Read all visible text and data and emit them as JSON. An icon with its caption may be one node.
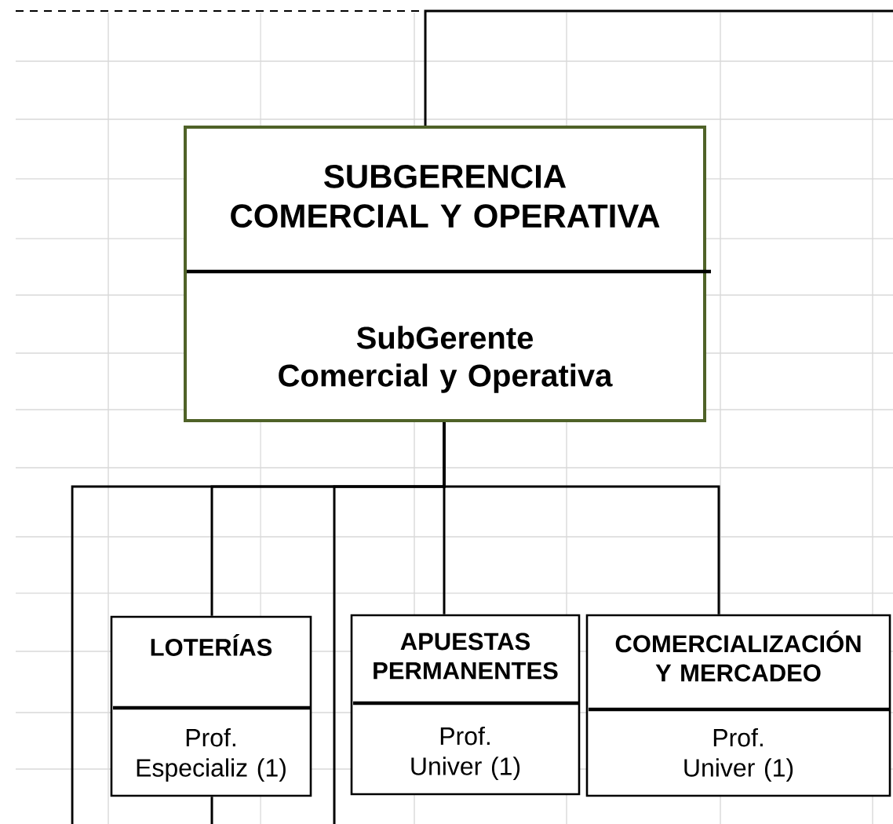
{
  "diagram": {
    "nodes": [
      {
        "text": [
          "SUBGERENCIA COMERCIAL Y OPERATIVA",
          "SubGerente Comercial y Operativa"
        ]
      },
      {
        "text": [
          "LOTERÍAS",
          "Prof. Especializ (1)"
        ]
      },
      {
        "text": [
          "APUESTAS PERMANENTES",
          "Prof. Univer (1)"
        ]
      },
      {
        "text": [
          "COMERCIALIZACIÓN Y MERCADEO",
          "Prof. Univer (1)"
        ]
      }
    ],
    "edges": [
      {
        "from": null,
        "to": 0,
        "arrow": "none"
      },
      {
        "from": 0,
        "to": 1,
        "arrow": "none"
      },
      {
        "from": 0,
        "to": 2,
        "arrow": "none"
      },
      {
        "from": 0,
        "to": 3,
        "arrow": "none"
      },
      {
        "from": 0,
        "to": null,
        "arrow": "none"
      },
      {
        "from": 0,
        "to": null,
        "arrow": "none"
      },
      {
        "from": 1,
        "to": null,
        "arrow": "none"
      }
    ]
  }
}
